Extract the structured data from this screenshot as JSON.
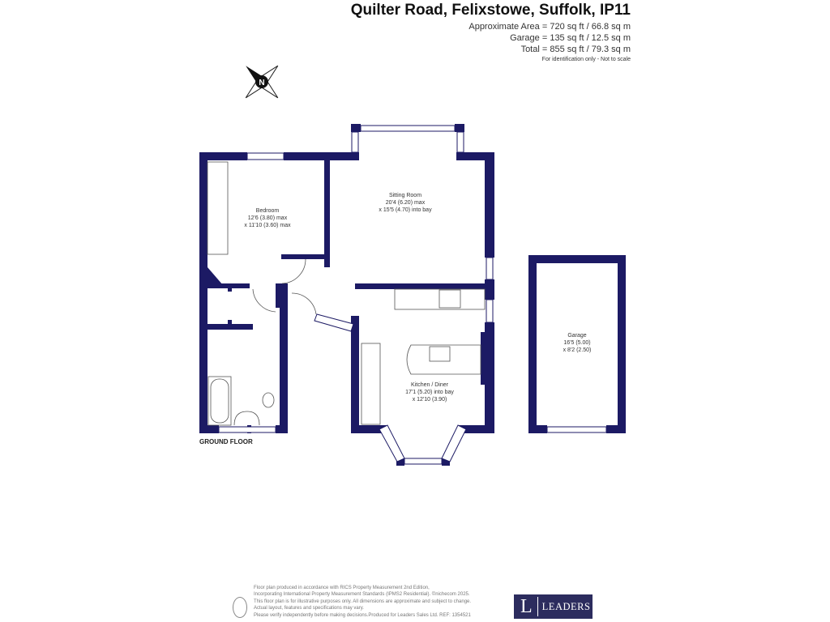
{
  "header": {
    "title": "Quilter Road, Felixstowe, Suffolk, IP11",
    "areas": [
      "Approximate Area = 720 sq ft / 66.8 sq m",
      "Garage = 135 sq ft / 12.5 sq m",
      "Total = 855 sq ft / 79.3 sq m"
    ],
    "note": "For identification only - Not to scale"
  },
  "compass": {
    "label": "N",
    "icon": "compass-north-icon"
  },
  "rooms": [
    {
      "name": "Bedroom",
      "dim1": "12'6 (3.80) max",
      "dim2": "x 11'10 (3.60) max"
    },
    {
      "name": "Sitting Room",
      "dim1": "20'4 (6.20) max",
      "dim2": "x 15'5 (4.70) into bay"
    },
    {
      "name": "Kitchen / Diner",
      "dim1": "17'1 (5.20) into bay",
      "dim2": "x 12'10 (3.90)"
    },
    {
      "name": "Garage",
      "dim1": "16'5 (5.00)",
      "dim2": "x 8'2 (2.50)"
    }
  ],
  "floor_label": "GROUND FLOOR",
  "disclaimer": [
    "Floor plan produced in accordance with RICS Property Measurement 2nd Edition,",
    "Incorporating International Property Measurement Standards (IPMS2 Residential).   ©nichecom 2025.",
    "This floor plan is for illustrative purposes only. All dimensions are approximate and subject to change.",
    "Actual layout, features and specifications may vary.",
    "Please verify independently before making decisions.Produced for Leaders Sales Ltd.   REF:  1354521"
  ],
  "logo": {
    "letter": "L",
    "word": "LEADERS",
    "color": "#2c2c5e"
  },
  "colors": {
    "wall": "#1c1a64"
  }
}
